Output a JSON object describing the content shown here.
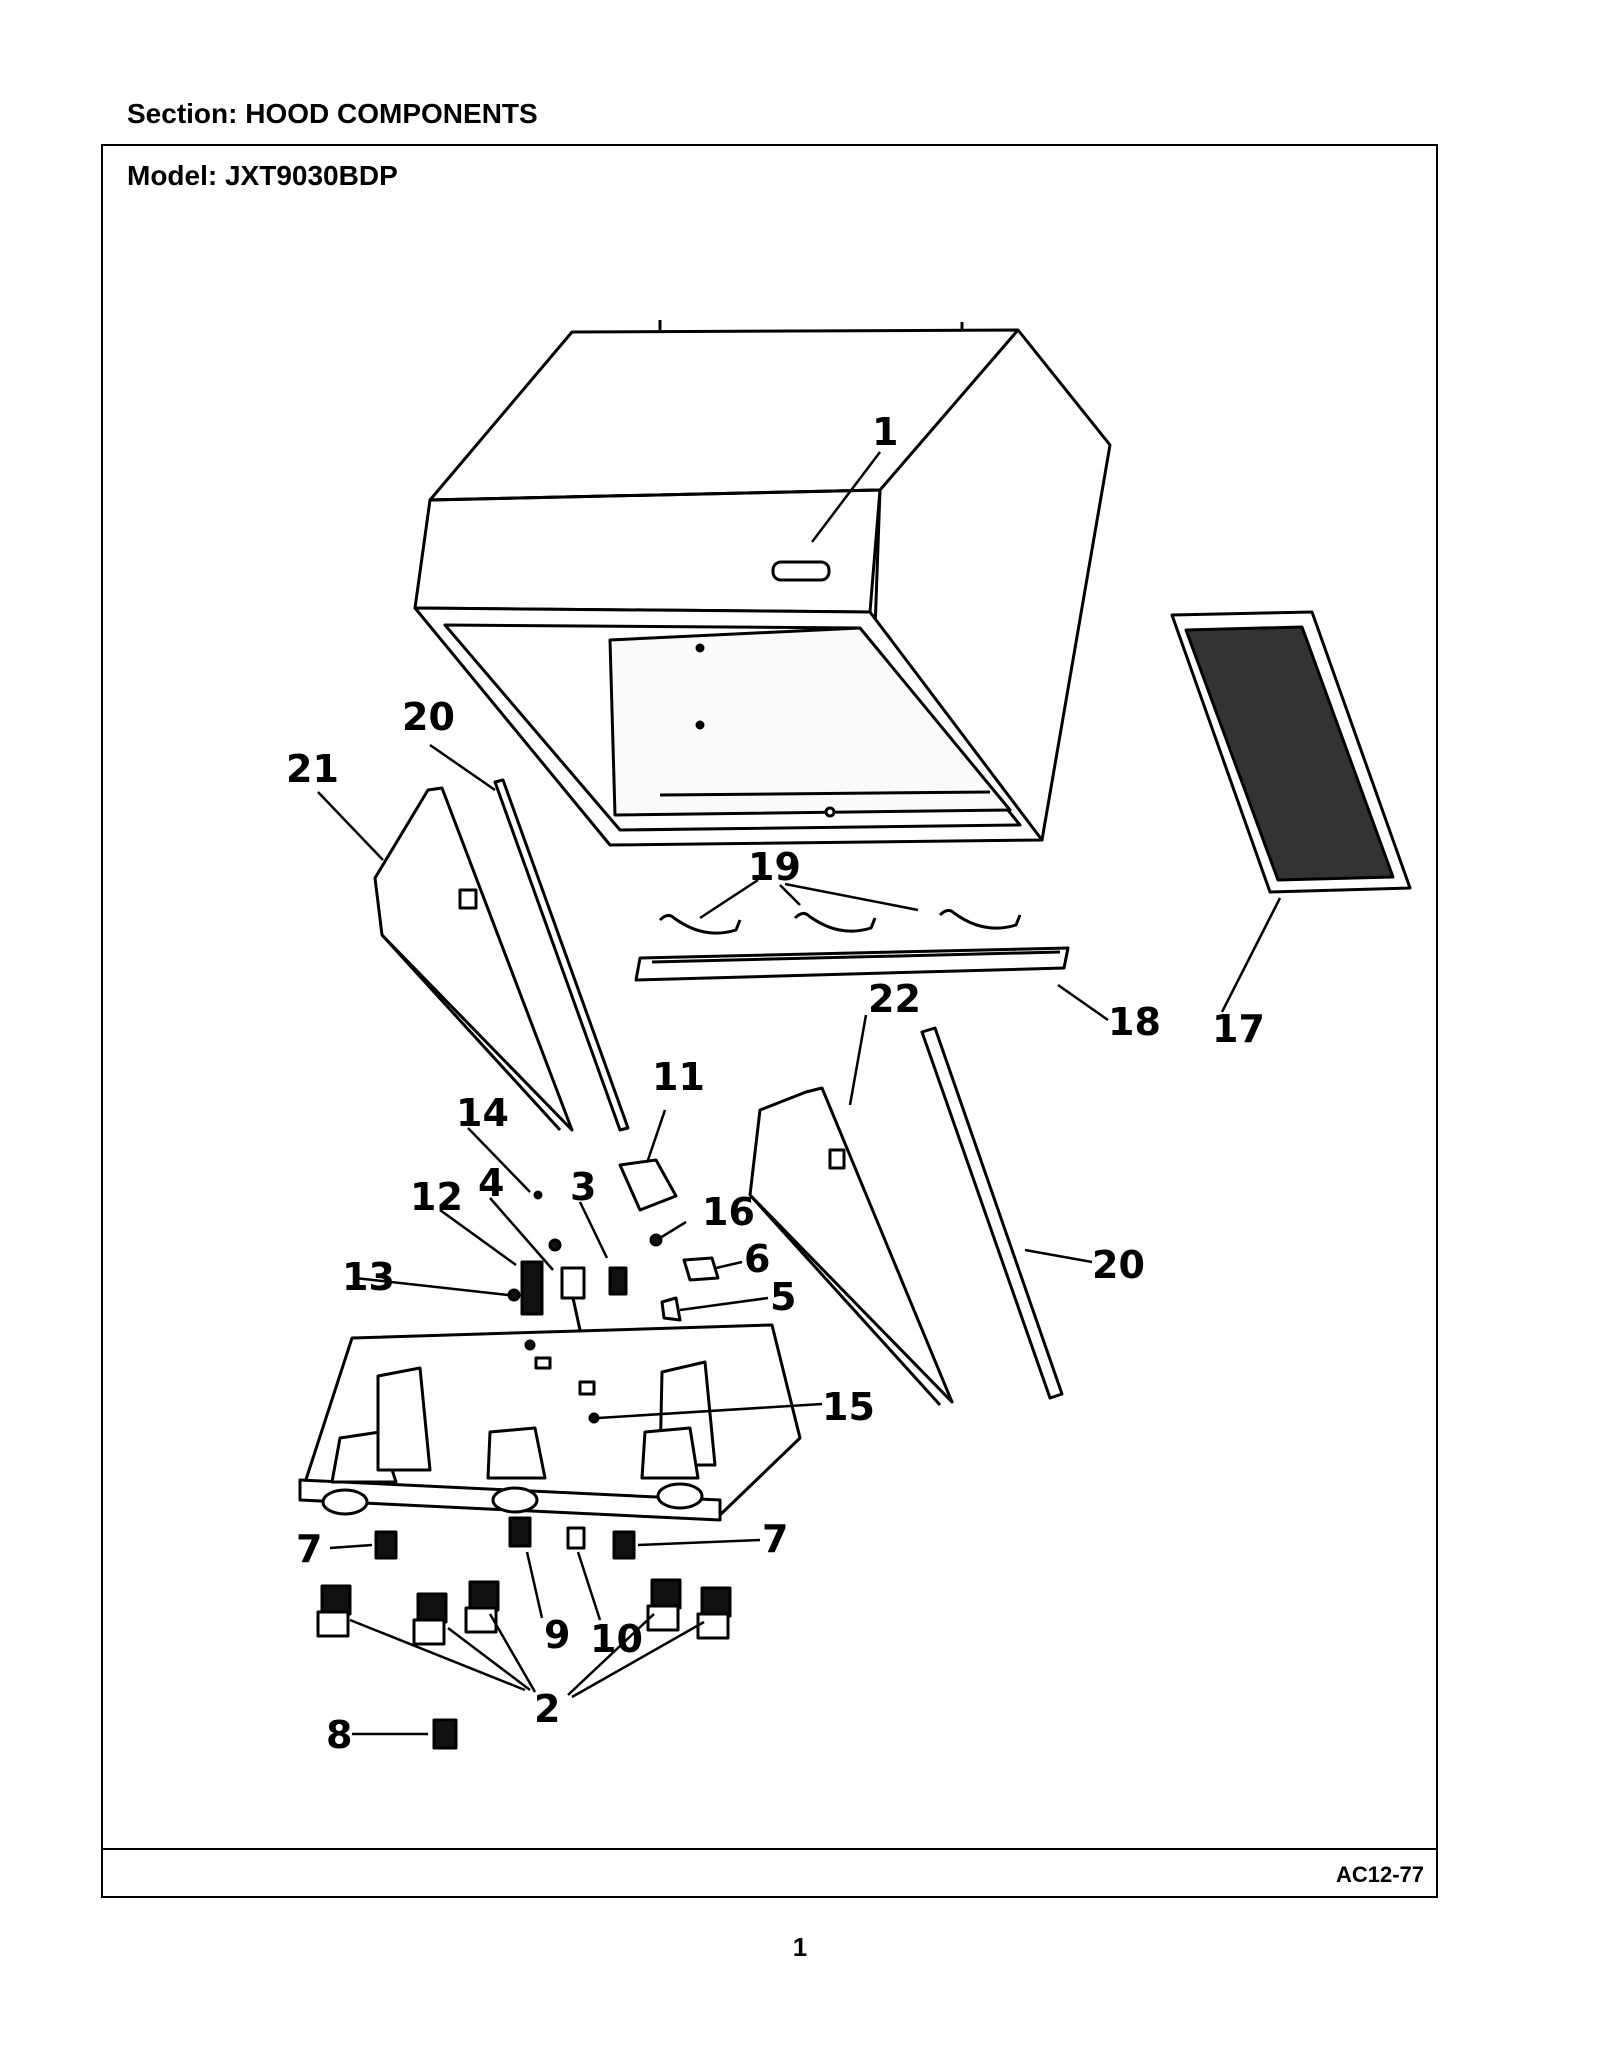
{
  "header": {
    "section_label": "Section:  HOOD COMPONENTS"
  },
  "frame": {
    "model_label": "Model:  JXT9030BDP",
    "figure_code": "AC12-77"
  },
  "page_number": "1",
  "callouts": {
    "c1": "1",
    "c2": "2",
    "c3": "3",
    "c4": "4",
    "c5": "5",
    "c6": "6",
    "c7a": "7",
    "c7b": "7",
    "c8": "8",
    "c9": "9",
    "c10": "10",
    "c11": "11",
    "c12": "12",
    "c13": "13",
    "c14": "14",
    "c15": "15",
    "c16": "16",
    "c17": "17",
    "c18": "18",
    "c19": "19",
    "c20a": "20",
    "c20b": "20",
    "c21": "21",
    "c22": "22"
  }
}
